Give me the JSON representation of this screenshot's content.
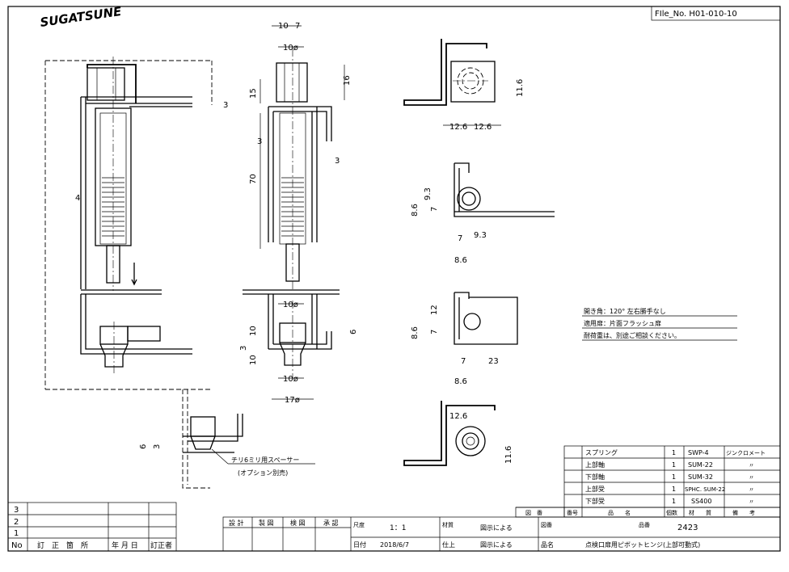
{
  "brand": {
    "logo_text": "SUGATSUNE"
  },
  "file_no": "FIle_No.  H01-010-10",
  "dimensions": {
    "top_10": "10",
    "top_7": "7",
    "top_10phi": "10ø",
    "top_16": "16",
    "top_15": "15",
    "top_3a": "3",
    "top_3b": "3",
    "top_3c": "3",
    "top_70": "70",
    "left_4": "4",
    "low_10phi": "10ø",
    "low_10a": "10",
    "low_10b": "10",
    "low_3": "3",
    "low_6": "6",
    "low_10phi2": "10ø",
    "low_17phi": "17ø",
    "v1_11_6": "11.6",
    "v1_12_6a": "12.6",
    "v1_12_6b": "12.6",
    "v2_9_3a": "9.3",
    "v2_8_6a": "8.6",
    "v2_7a": "7",
    "v2_7b": "7",
    "v2_9_3b": "9.3",
    "v2_8_6b": "8.6",
    "v3_12": "12",
    "v3_8_6a": "8.6",
    "v3_7a": "7",
    "v3_7b": "7",
    "v3_23": "23",
    "v3_8_6b": "8.6",
    "v4_12_6": "12.6",
    "v4_11_6": "11.6",
    "spacer_6": "6",
    "spacer_3": "3"
  },
  "notes": {
    "spacer_label": "チリ6ミリ用スペーサー",
    "spacer_option": "(オプション別売)",
    "n1": "開き角：120°  左右勝手なし",
    "n2": "適用扉：片面フラッシュ扉",
    "n3": "耐荷重は、別途ご相談ください。"
  },
  "parts": [
    {
      "name": "スプリング",
      "qty": "1",
      "material": "SWP-4",
      "note": "ジンクロメート"
    },
    {
      "name": "上部軸",
      "qty": "1",
      "material": "SUM-22",
      "note": "〃"
    },
    {
      "name": "下部軸",
      "qty": "1",
      "material": "SUM-32",
      "note": "〃"
    },
    {
      "name": "上部受",
      "qty": "1",
      "material": "SPHC. SUM-22",
      "note": "〃"
    },
    {
      "name": "下部受",
      "qty": "1",
      "material": "SS400",
      "note": "〃"
    }
  ],
  "parts_header": {
    "drawing_no": "図　番",
    "part_no": "番号",
    "name": "品　　名",
    "qty": "個数",
    "material": "材　　質",
    "note": "備　　考"
  },
  "revision": {
    "rows": [
      "3",
      "2",
      "1"
    ],
    "header": {
      "no": "No",
      "place": "訂　正　箇　所",
      "date": "年 月 日",
      "person": "訂正者"
    }
  },
  "title_block": {
    "design": "設 計",
    "draft": "製 図",
    "check": "検 図",
    "approve": "承 認",
    "scale_label": "尺度",
    "scale": "1：1",
    "date_label": "日付",
    "date": "2018/6/7",
    "material_label": "材質",
    "material": "図示による",
    "finish_label": "仕上",
    "finish": "図示による",
    "drawing_label": "図番",
    "part_label": "品番",
    "part_no": "2423",
    "name_label": "品名",
    "name": "点検口扉用ピボットヒンジ(上部可動式)"
  }
}
